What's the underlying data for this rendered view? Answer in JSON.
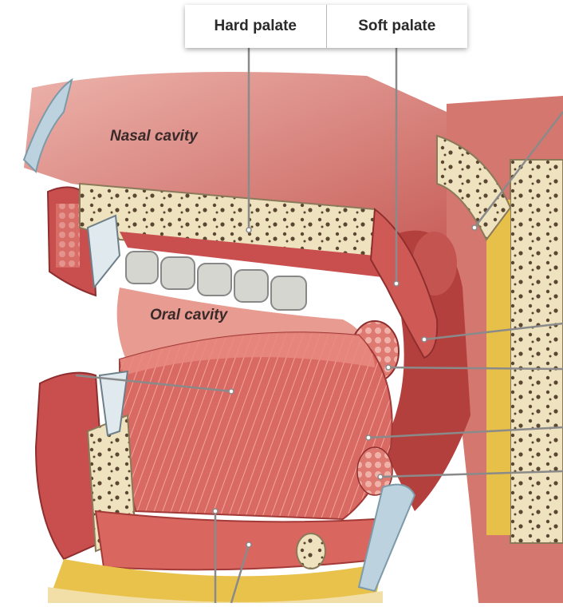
{
  "labels": {
    "hard_palate": "Hard palate",
    "soft_palate": "Soft palate",
    "nasal_cavity": "Nasal cavity",
    "oral_cavity": "Oral cavity"
  },
  "colors": {
    "background": "#ffffff",
    "cavity": "#d9847e",
    "mucosa": "#c94f4f",
    "bone": "#efe2bf",
    "bone_pores": "#5a4632",
    "muscle": "#d45a55",
    "fat": "#e8c24a",
    "tooth": "#d6d6d0",
    "cartilage": "#bcd3df",
    "leader_line": "#8a8a8a"
  }
}
